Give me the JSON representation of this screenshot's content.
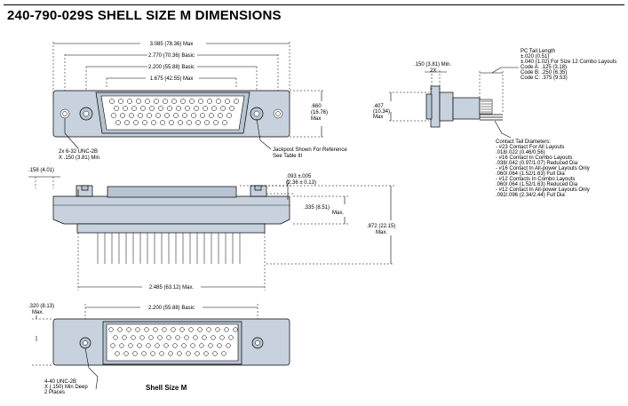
{
  "title": "240-790-029S SHELL SIZE M DIMENSIONS",
  "top_view": {
    "dim_overall": "3.085 (78.36) Max",
    "dim_basic1": "2.770 (70.36) Basic",
    "dim_basic2": "2.200 (55.88) Basic",
    "dim_max": "1.675 (42.55) Max",
    "height_l1": ".660",
    "height_l2": "(16.76)",
    "height_l3": "Max",
    "thread_l1": "2x 6-32 UNC-2B",
    "thread_l2": "X .150 (3.81)  Min",
    "jack_l1": "Jackpost Shown For Reference",
    "jack_l2": "See Table III"
  },
  "side_view": {
    "dim_tail": ".150 (3.81) Min.",
    "dim_tail_qty": "2X",
    "dim_h_l1": ".407",
    "dim_h_l2": "(10.34)",
    "dim_h_l3": "Max",
    "pc_tail": [
      "PC Tail Length",
      "±.020 (0.51)",
      "±.040 (1.02) For Size 12 Combo Layouts",
      "Code A: .125 (3.18)",
      "Code B: .250 (6.35)",
      "Code C: .375 (9.53)"
    ],
    "contact_tail": [
      "Contact Tail Diameters:",
      "- #23 Contact For All Layouts",
      "  .018/.022 (0.46/0.56)",
      "- #16 Contact In Combo Layouts",
      "  .038/.042 (0.97/1.07) Reduced Dia",
      "- #16 Contact In All-power Layouts Only",
      "  .060/.064 (1.52/1.63) Full Dia",
      "- #12 Contacts In Combo Layouts",
      "  .060/.064 (1.52/1.63) Reduced Dia",
      "- #12 Contact In All-power Layouts Only",
      "  .092/.096 (2.34/2.44) Full Dia"
    ]
  },
  "front_view": {
    "dim_flange": ".158 (4.01)",
    "dim_post_l1": ".093 ±.005",
    "dim_post_l2": "(2.36 ± 0.13)",
    "dim_body_l1": ".335 (8.51)",
    "dim_body_l2": "Max.",
    "dim_total_l1": ".872 (22.15)",
    "dim_total_l2": "Max.",
    "dim_width": "2.485 (63.12) Max."
  },
  "bottom_view": {
    "dim_h_l1": ".320 (8.13)",
    "dim_h_l2": "Max.",
    "dim_basic": "2.200 (55.88) Basic",
    "thread_l1": "4-40 UNC-2B",
    "thread_l2": "X (.150) Min Deep",
    "thread_l3": "2 Places",
    "caption": "Shell Size M"
  },
  "colors": {
    "shell": "#c7d2de",
    "shell_dark": "#b7c4d2"
  }
}
